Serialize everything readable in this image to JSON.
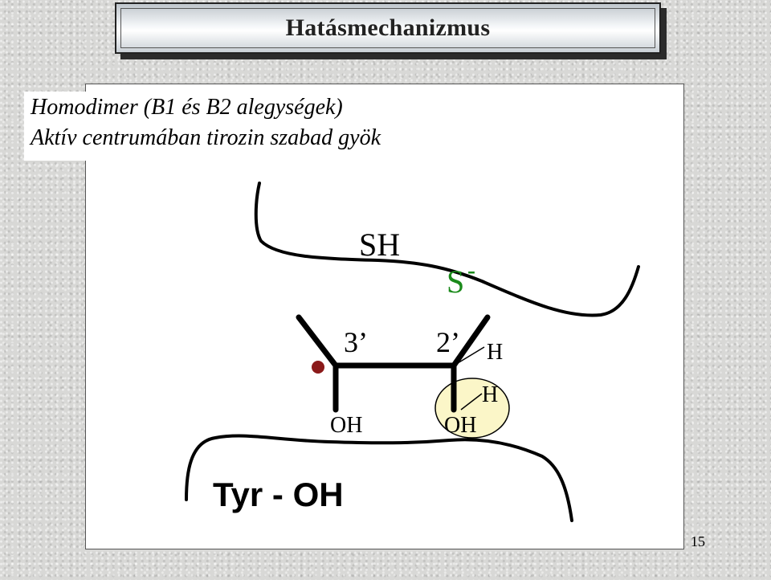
{
  "slide": {
    "title": "Hatásmechanizmus",
    "line1": "Homodimer (B1 és B2 alegységek)",
    "line2": "Aktív centrumában tirozin szabad gyök",
    "page_number": "15"
  },
  "diagram": {
    "sh_label": "SH",
    "s_label": "S",
    "s_charge": "-",
    "pos3_label": "3’",
    "pos2_label": "2’",
    "h_top": "H",
    "h_mid": "H",
    "oh_left": "OH",
    "oh_right": "OH",
    "tyr_label": "Tyr - OH",
    "colors": {
      "s_label": "#1a8a1a",
      "radical_dot": "#8b1a1a",
      "highlight_fill": "#fbf6c8"
    }
  }
}
